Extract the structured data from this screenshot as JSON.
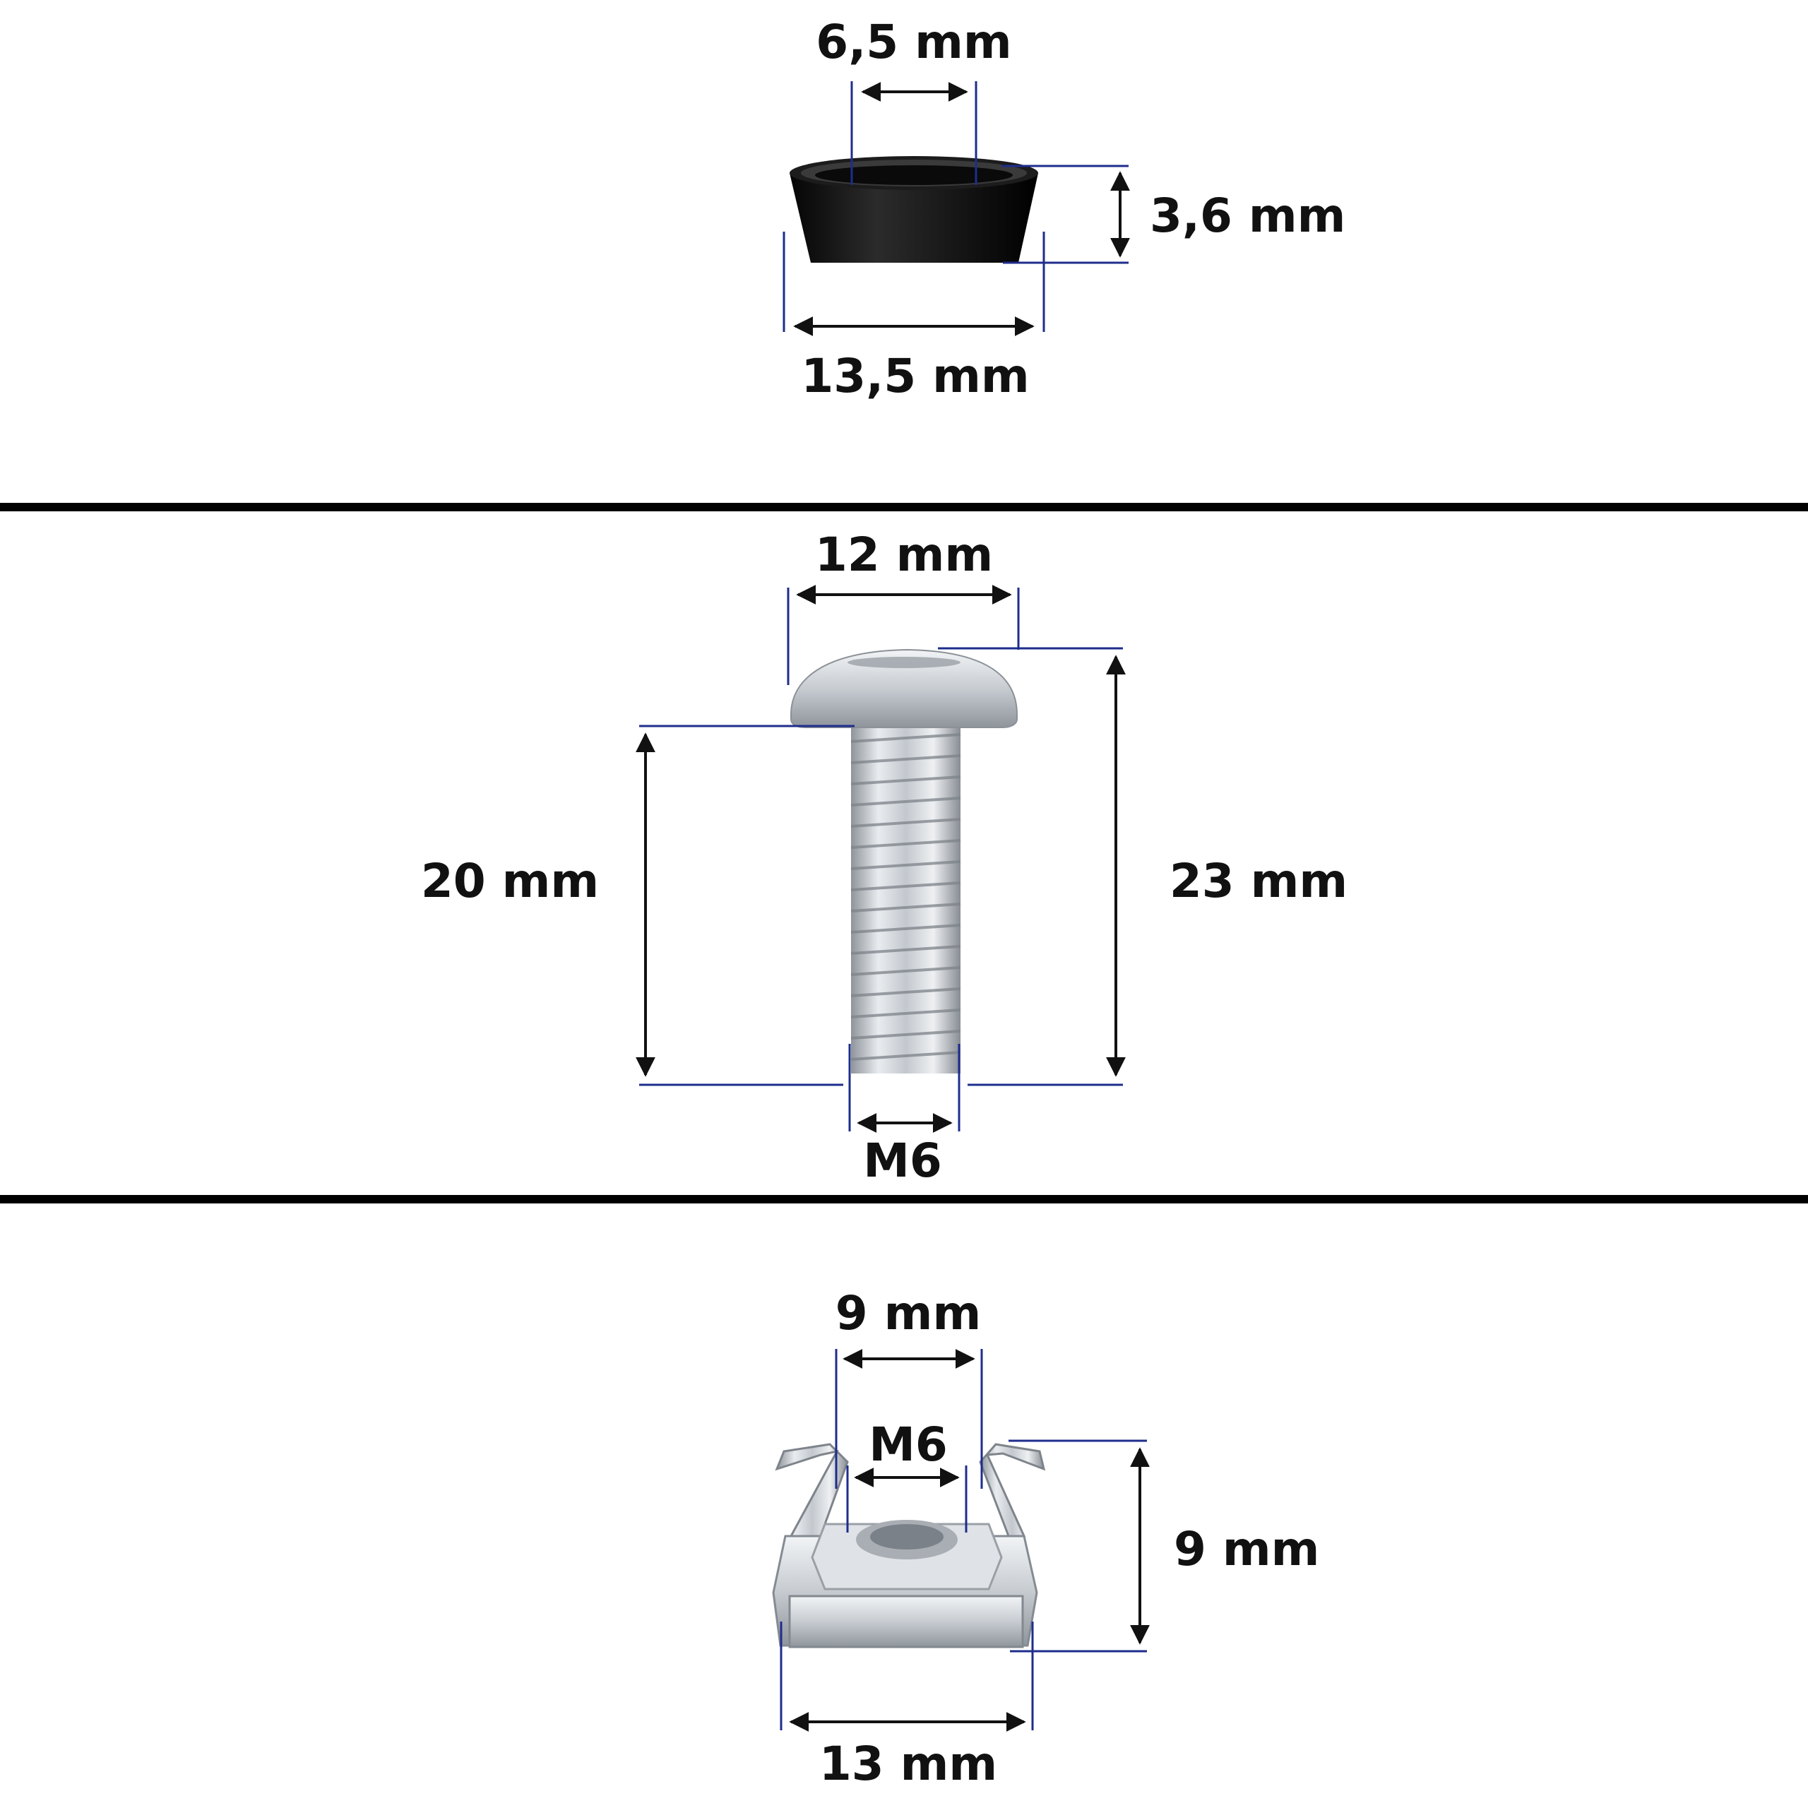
{
  "colors": {
    "background": "#ffffff",
    "text": "#111111",
    "divider": "#000000",
    "extension_line": "#1e2d8c",
    "arrow": "#111111",
    "cover_cap": "#1a1a1a",
    "metal": "#c9cdd2"
  },
  "sections": {
    "cover_cap": {
      "inner_diameter": "6,5 mm",
      "height": "3,6 mm",
      "outer_diameter": "13,5 mm"
    },
    "screw": {
      "head_diameter": "12 mm",
      "thread_length": "20 mm",
      "total_length": "23 mm",
      "thread": "M6"
    },
    "cage_nut": {
      "inner_width": "9 mm",
      "thread": "M6",
      "height": "9 mm",
      "width": "13 mm"
    }
  }
}
